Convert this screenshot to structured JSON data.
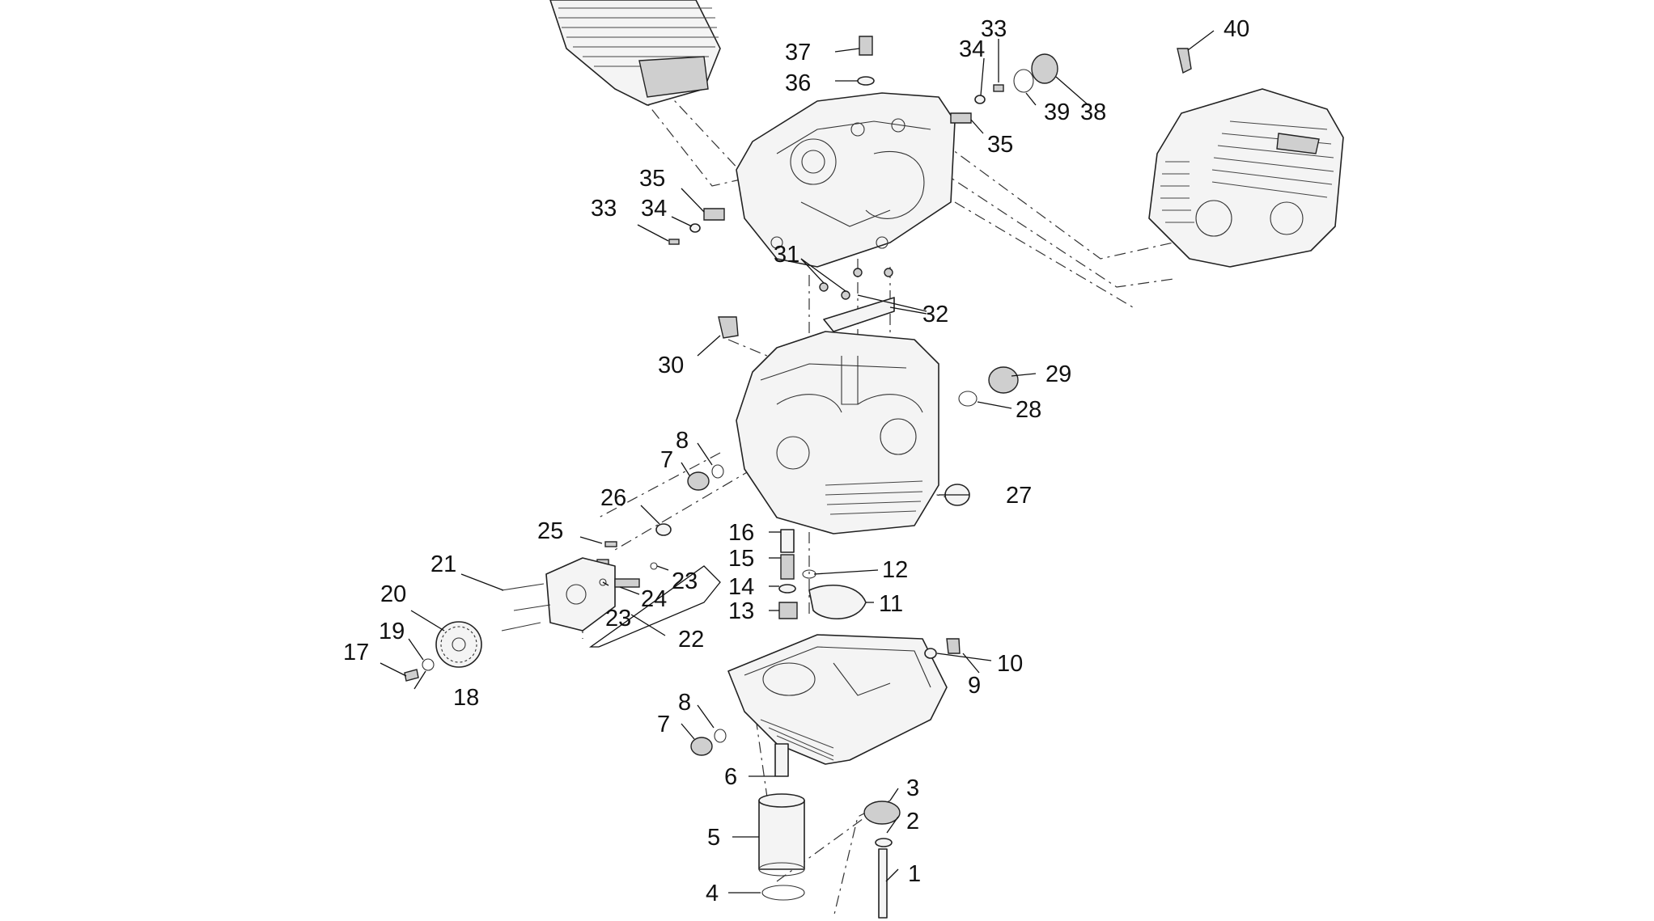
{
  "callouts": {
    "c1": "1",
    "c2": "2",
    "c3": "3",
    "c4": "4",
    "c5": "5",
    "c6": "6",
    "c7a": "7",
    "c7b": "7",
    "c8a": "8",
    "c8b": "8",
    "c9": "9",
    "c10": "10",
    "c11": "11",
    "c12": "12",
    "c13": "13",
    "c14": "14",
    "c15": "15",
    "c16": "16",
    "c17": "17",
    "c18": "18",
    "c19": "19",
    "c20": "20",
    "c21": "21",
    "c22": "22",
    "c23a": "23",
    "c23b": "23",
    "c24": "24",
    "c25": "25",
    "c26": "26",
    "c27": "27",
    "c28": "28",
    "c29": "29",
    "c30": "30",
    "c31": "31",
    "c32": "32",
    "c33a": "33",
    "c33b": "33",
    "c34a": "34",
    "c34b": "34",
    "c35a": "35",
    "c35b": "35",
    "c36": "36",
    "c37": "37",
    "c38": "38",
    "c39": "39",
    "c40": "40"
  },
  "colors": {
    "line": "#222222",
    "fill": "#f4f4f4",
    "background": "#ffffff"
  }
}
